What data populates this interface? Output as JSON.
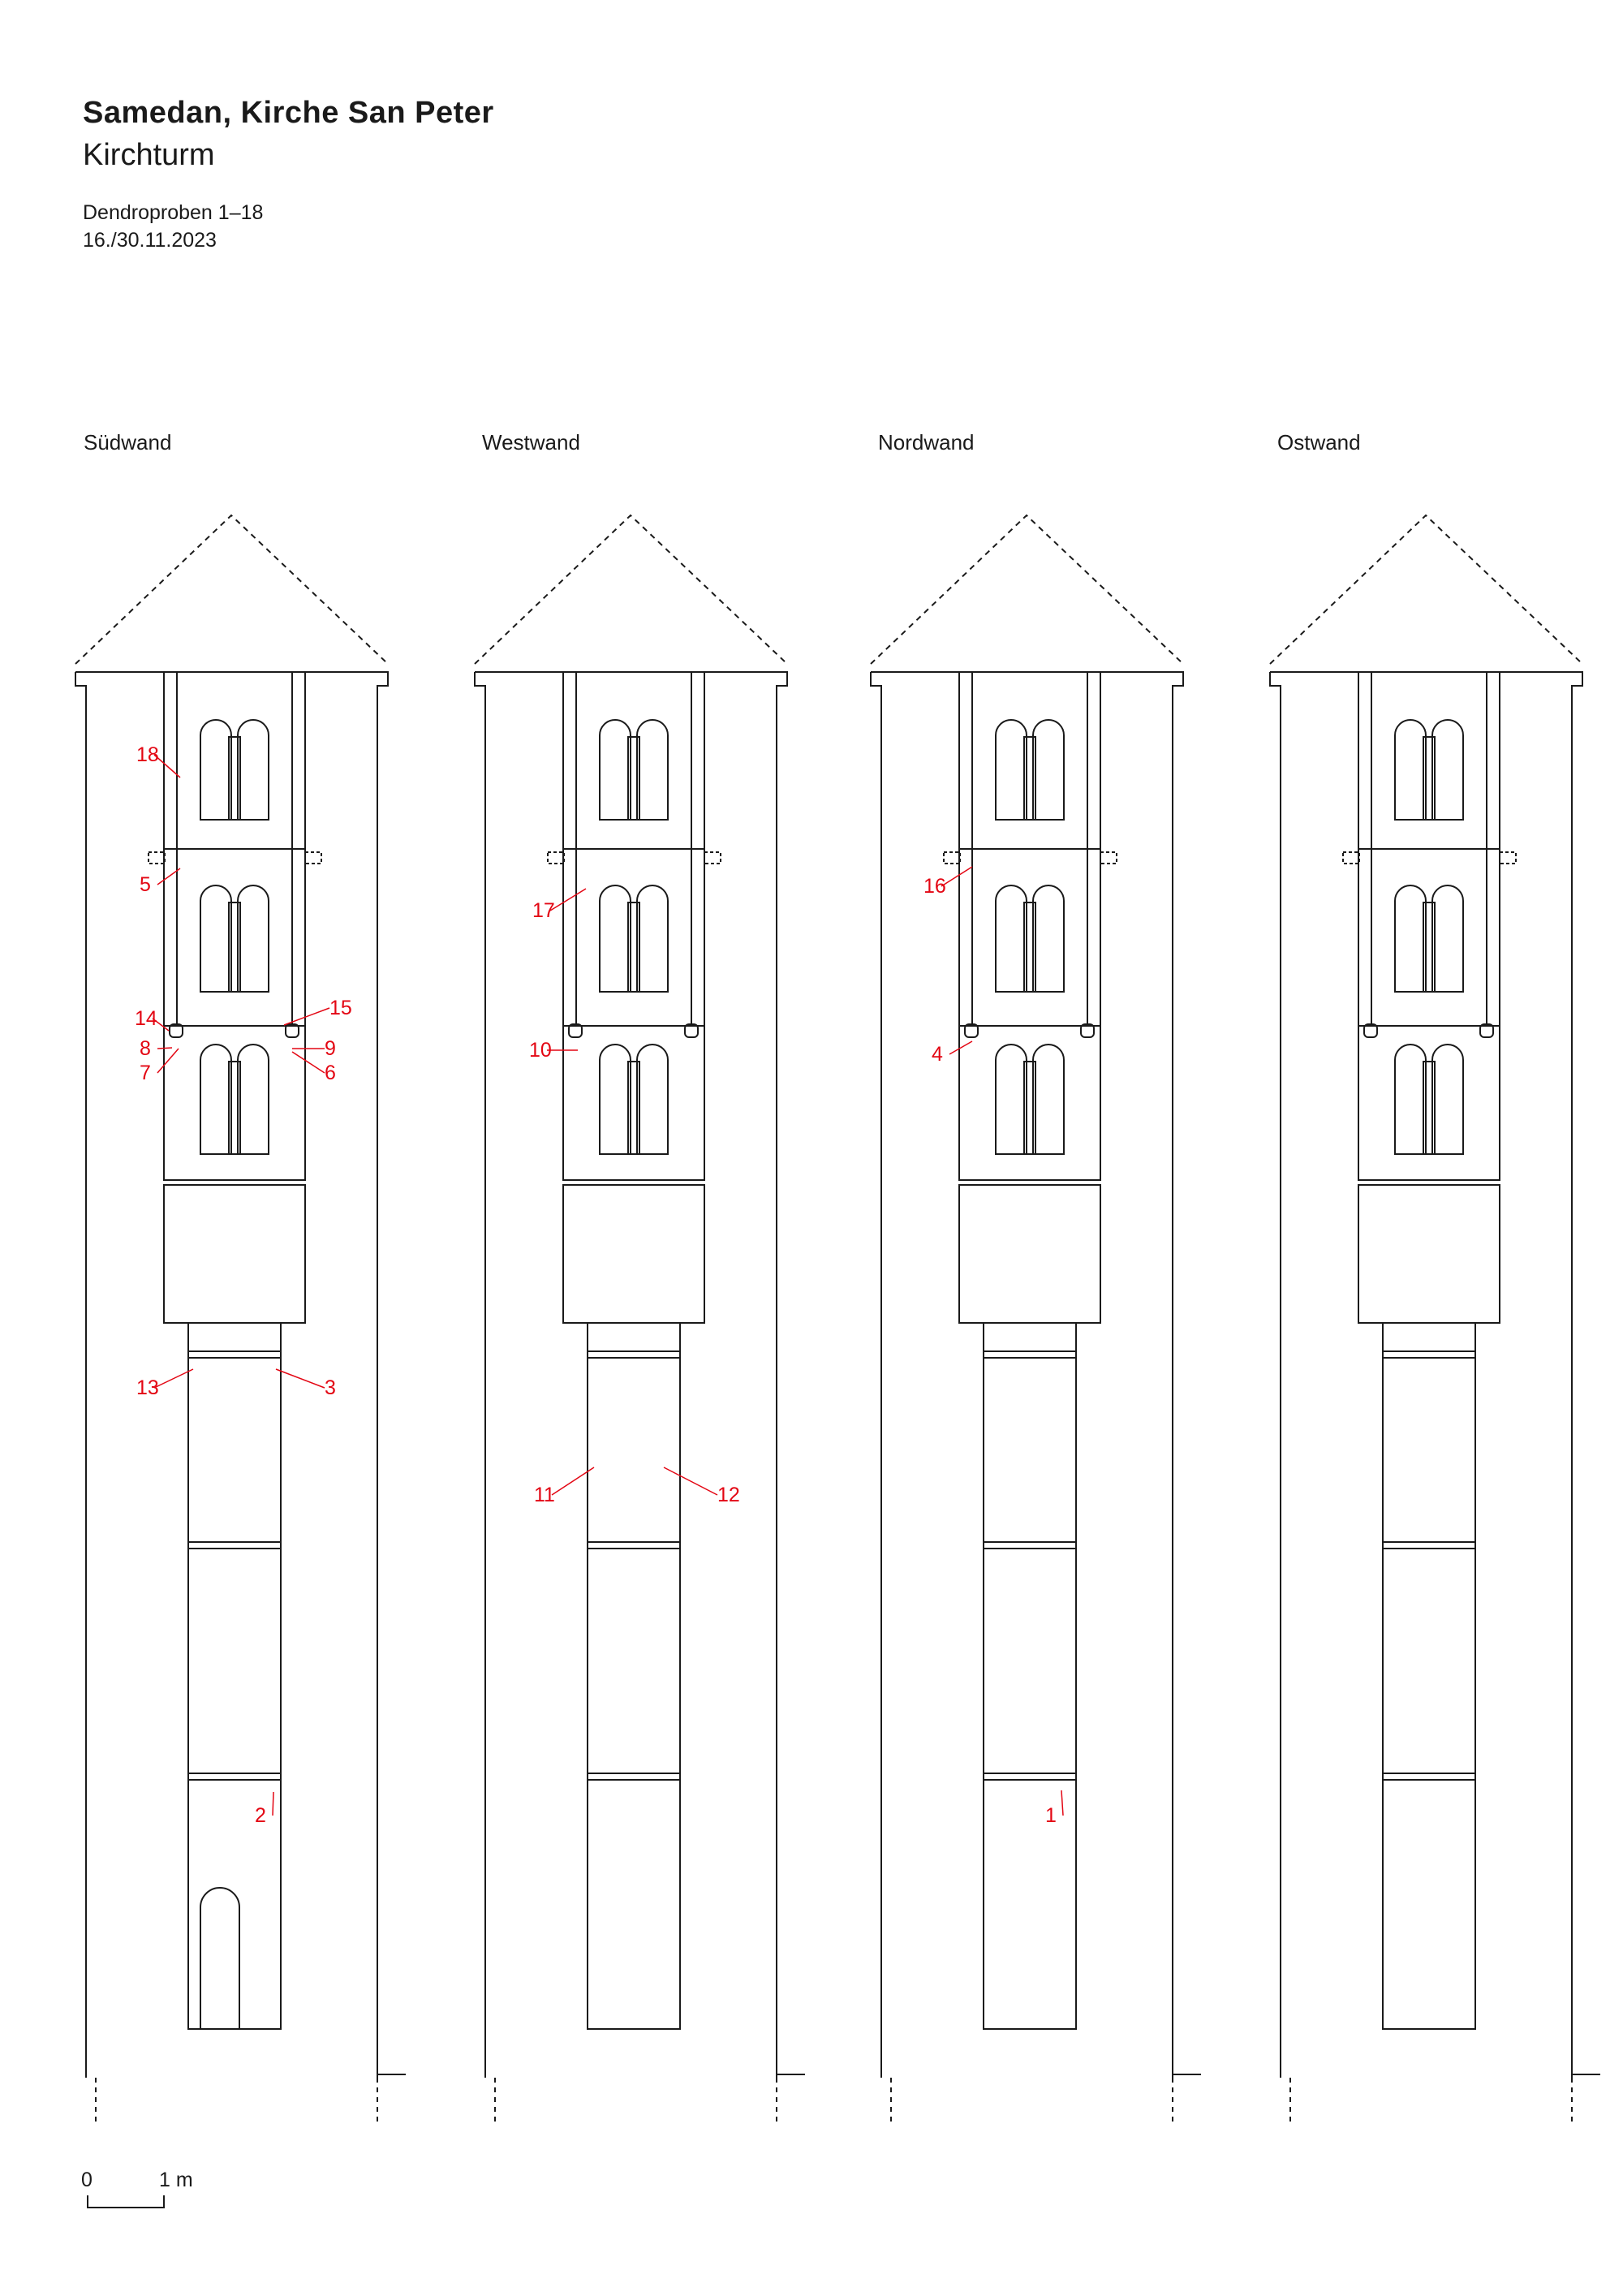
{
  "header": {
    "title": "Samedan, Kirche San Peter",
    "subtitle": "Kirchturm",
    "samples": "Dendroproben 1–18",
    "dates": "16./30.11.2023"
  },
  "walls": [
    {
      "id": "sued",
      "label": "Südwand"
    },
    {
      "id": "west",
      "label": "Westwand"
    },
    {
      "id": "nord",
      "label": "Nordwand"
    },
    {
      "id": "ost",
      "label": "Ostwand"
    }
  ],
  "scale": {
    "zero": "0",
    "one": "1 m"
  },
  "samples": [
    {
      "n": "1"
    },
    {
      "n": "2"
    },
    {
      "n": "3"
    },
    {
      "n": "4"
    },
    {
      "n": "5"
    },
    {
      "n": "6"
    },
    {
      "n": "7"
    },
    {
      "n": "8"
    },
    {
      "n": "9"
    },
    {
      "n": "10"
    },
    {
      "n": "11"
    },
    {
      "n": "12"
    },
    {
      "n": "13"
    },
    {
      "n": "14"
    },
    {
      "n": "15"
    },
    {
      "n": "16"
    },
    {
      "n": "17"
    },
    {
      "n": "18"
    }
  ],
  "colors": {
    "line": "#1a1a1a",
    "sample": "#e30613"
  }
}
